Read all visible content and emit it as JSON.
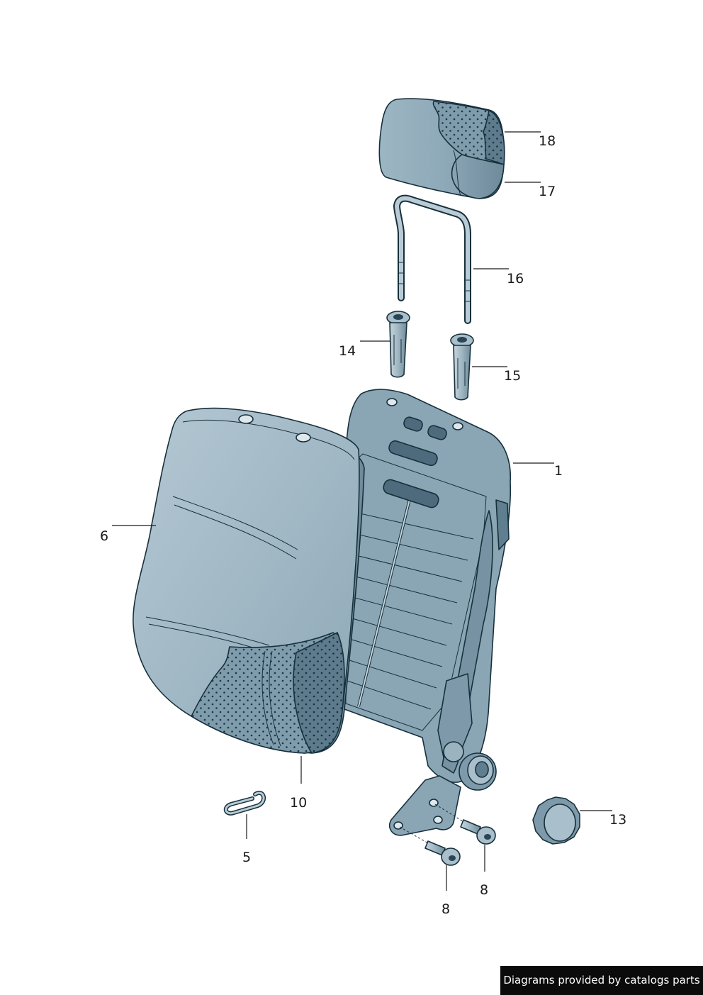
{
  "diagram": {
    "callouts": [
      {
        "id": "1",
        "label": "1"
      },
      {
        "id": "5",
        "label": "5"
      },
      {
        "id": "6",
        "label": "6"
      },
      {
        "id": "8a",
        "label": "8"
      },
      {
        "id": "8b",
        "label": "8"
      },
      {
        "id": "10",
        "label": "10"
      },
      {
        "id": "13",
        "label": "13"
      },
      {
        "id": "14",
        "label": "14"
      },
      {
        "id": "15",
        "label": "15"
      },
      {
        "id": "16",
        "label": "16"
      },
      {
        "id": "17",
        "label": "17"
      },
      {
        "id": "18",
        "label": "18"
      }
    ]
  },
  "footer": {
    "credit": "Diagrams provided by catalogs parts"
  },
  "colors": {
    "fabric": "#8fa9b8",
    "fabric_light": "#a9c0cc",
    "fabric_dark": "#5f7f90",
    "outline": "#17303c",
    "banner_bg": "#0b0b0b"
  }
}
